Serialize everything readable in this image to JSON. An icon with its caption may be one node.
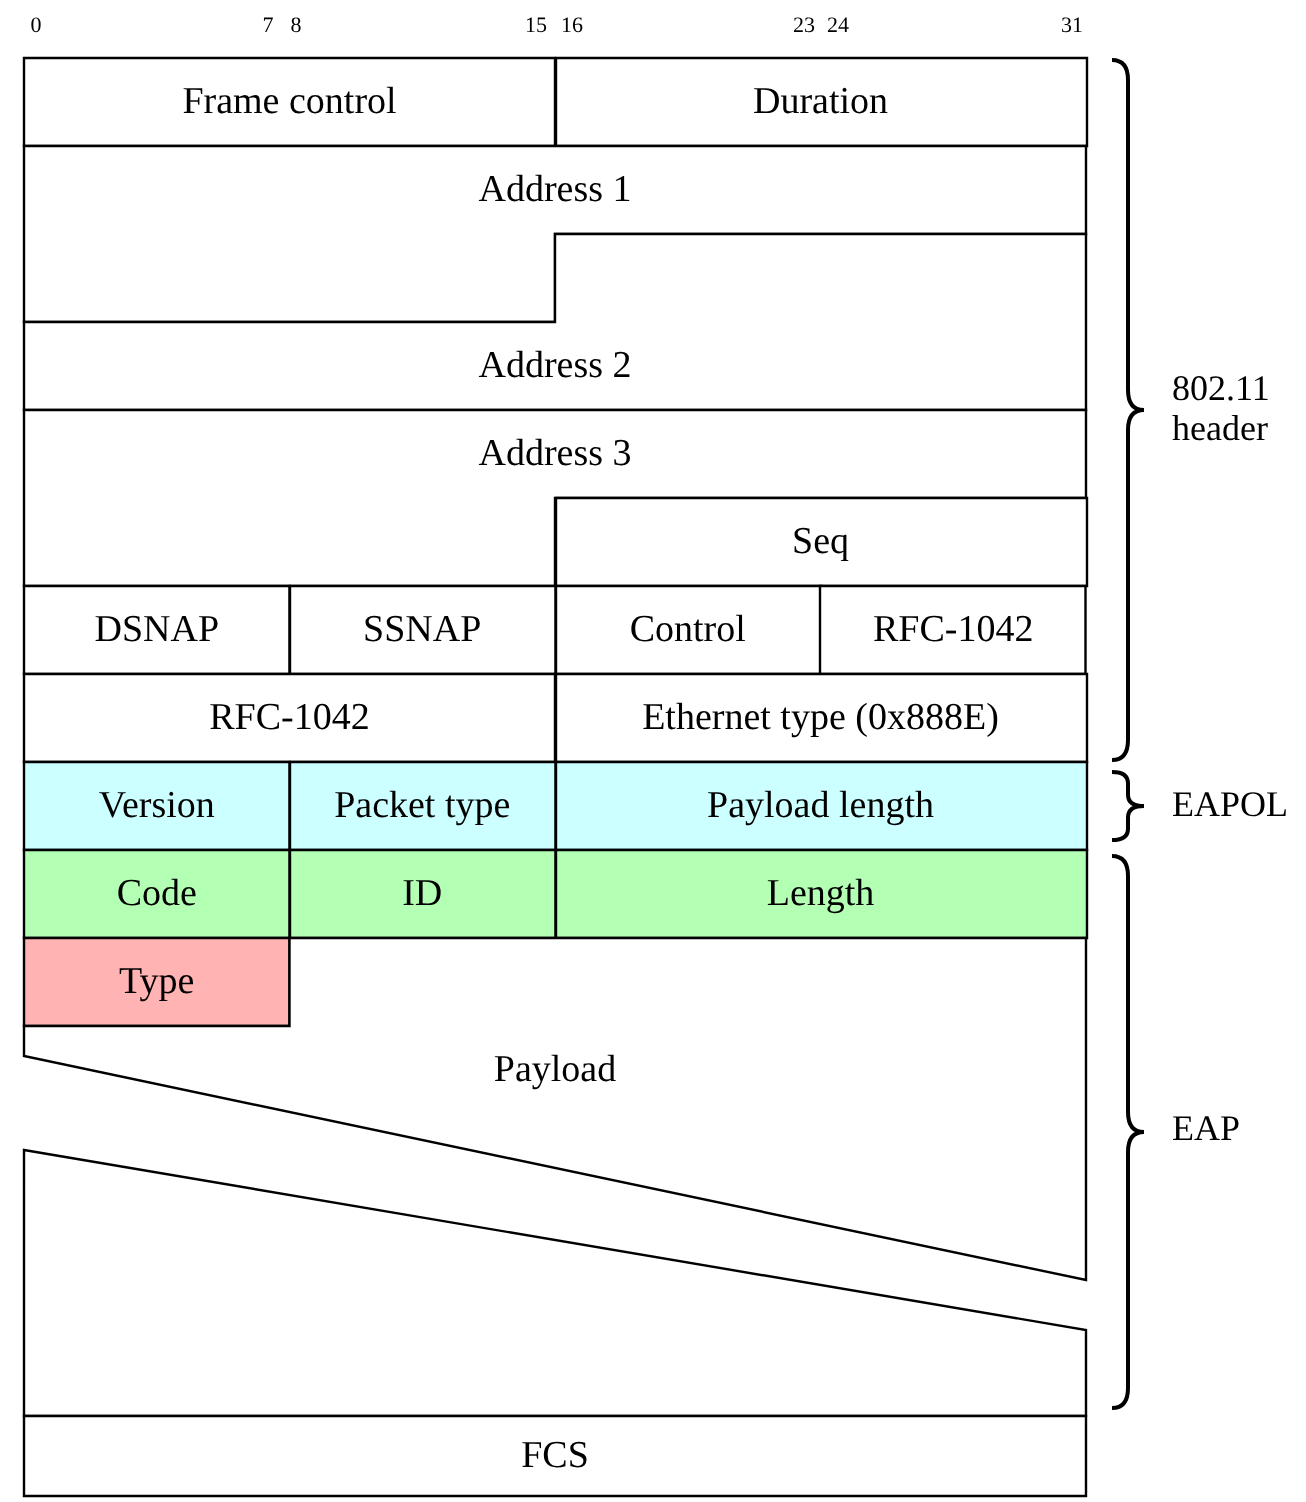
{
  "diagram": {
    "nodes": [
      {
        "text": [
          "Frame control"
        ]
      },
      {
        "text": [
          "Duration"
        ]
      },
      {
        "text": [
          "Address 1"
        ]
      },
      {
        "text": [
          "Address 2"
        ]
      },
      {
        "text": [
          "Address 3"
        ]
      },
      {
        "text": [
          "Seq"
        ]
      },
      {
        "text": [
          "DSNAP"
        ]
      },
      {
        "text": [
          "SSNAP"
        ]
      },
      {
        "text": [
          "Control"
        ]
      },
      {
        "text": [
          "RFC-1042"
        ]
      },
      {
        "text": [
          "RFC-1042"
        ]
      },
      {
        "text": [
          "Ethernet type (0x888E)"
        ]
      },
      {
        "text": [
          "Version"
        ]
      },
      {
        "text": [
          "Packet type"
        ]
      },
      {
        "text": [
          "Payload length"
        ]
      },
      {
        "text": [
          "Code"
        ]
      },
      {
        "text": [
          "ID"
        ]
      },
      {
        "text": [
          "Length"
        ]
      },
      {
        "text": [
          "Type"
        ]
      },
      {
        "text": [
          "Payload"
        ]
      },
      {
        "text": [
          "FCS"
        ]
      }
    ],
    "labels": [
      "0",
      "7",
      "8",
      "15",
      "16",
      "23",
      "24",
      "31",
      "802.11 header",
      "EAPOL",
      "EAP"
    ]
  }
}
